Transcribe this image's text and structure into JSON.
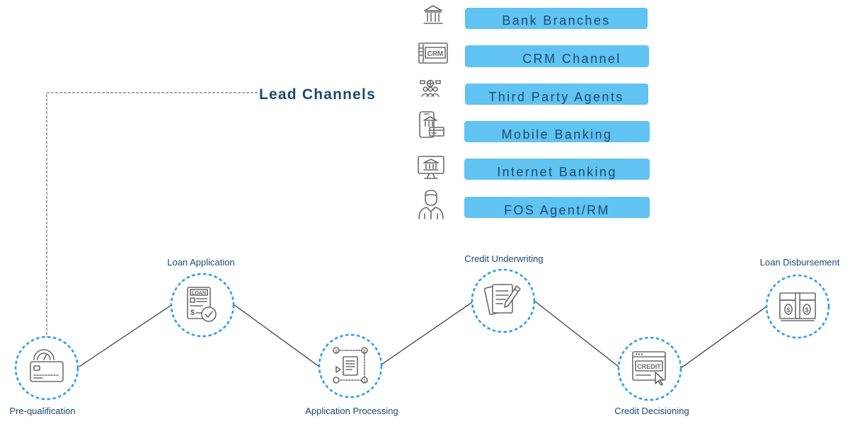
{
  "lead_channels": {
    "title": "Lead Channels",
    "items": [
      {
        "label": "Bank Branches",
        "icon": "bank-icon"
      },
      {
        "label": "CRM Channel",
        "icon": "crm-icon"
      },
      {
        "label": "Third Party Agents",
        "icon": "agents-network-icon"
      },
      {
        "label": "Mobile Banking",
        "icon": "mobile-bank-icon"
      },
      {
        "label": "Internet Banking",
        "icon": "computer-bank-icon"
      },
      {
        "label": "FOS Agent/RM",
        "icon": "agent-person-icon"
      }
    ]
  },
  "stages": [
    {
      "label": "Pre-qualification",
      "icon": "credit-score-card-icon"
    },
    {
      "label": "Loan Application",
      "icon": "loan-form-icon",
      "icon_text": "LOAN"
    },
    {
      "label": "Application Processing",
      "icon": "workflow-document-icon"
    },
    {
      "label": "Credit Underwriting",
      "icon": "documents-pen-icon"
    },
    {
      "label": "Credit Decisioning",
      "icon": "credit-browser-icon",
      "icon_text": "CREDIT"
    },
    {
      "label": "Loan Disbursement",
      "icon": "money-stack-icon"
    }
  ],
  "colors": {
    "pill": "#60c3f2",
    "text": "#1d4a70",
    "ring": "#2f9ee6",
    "icon": "#6b6b6b"
  }
}
